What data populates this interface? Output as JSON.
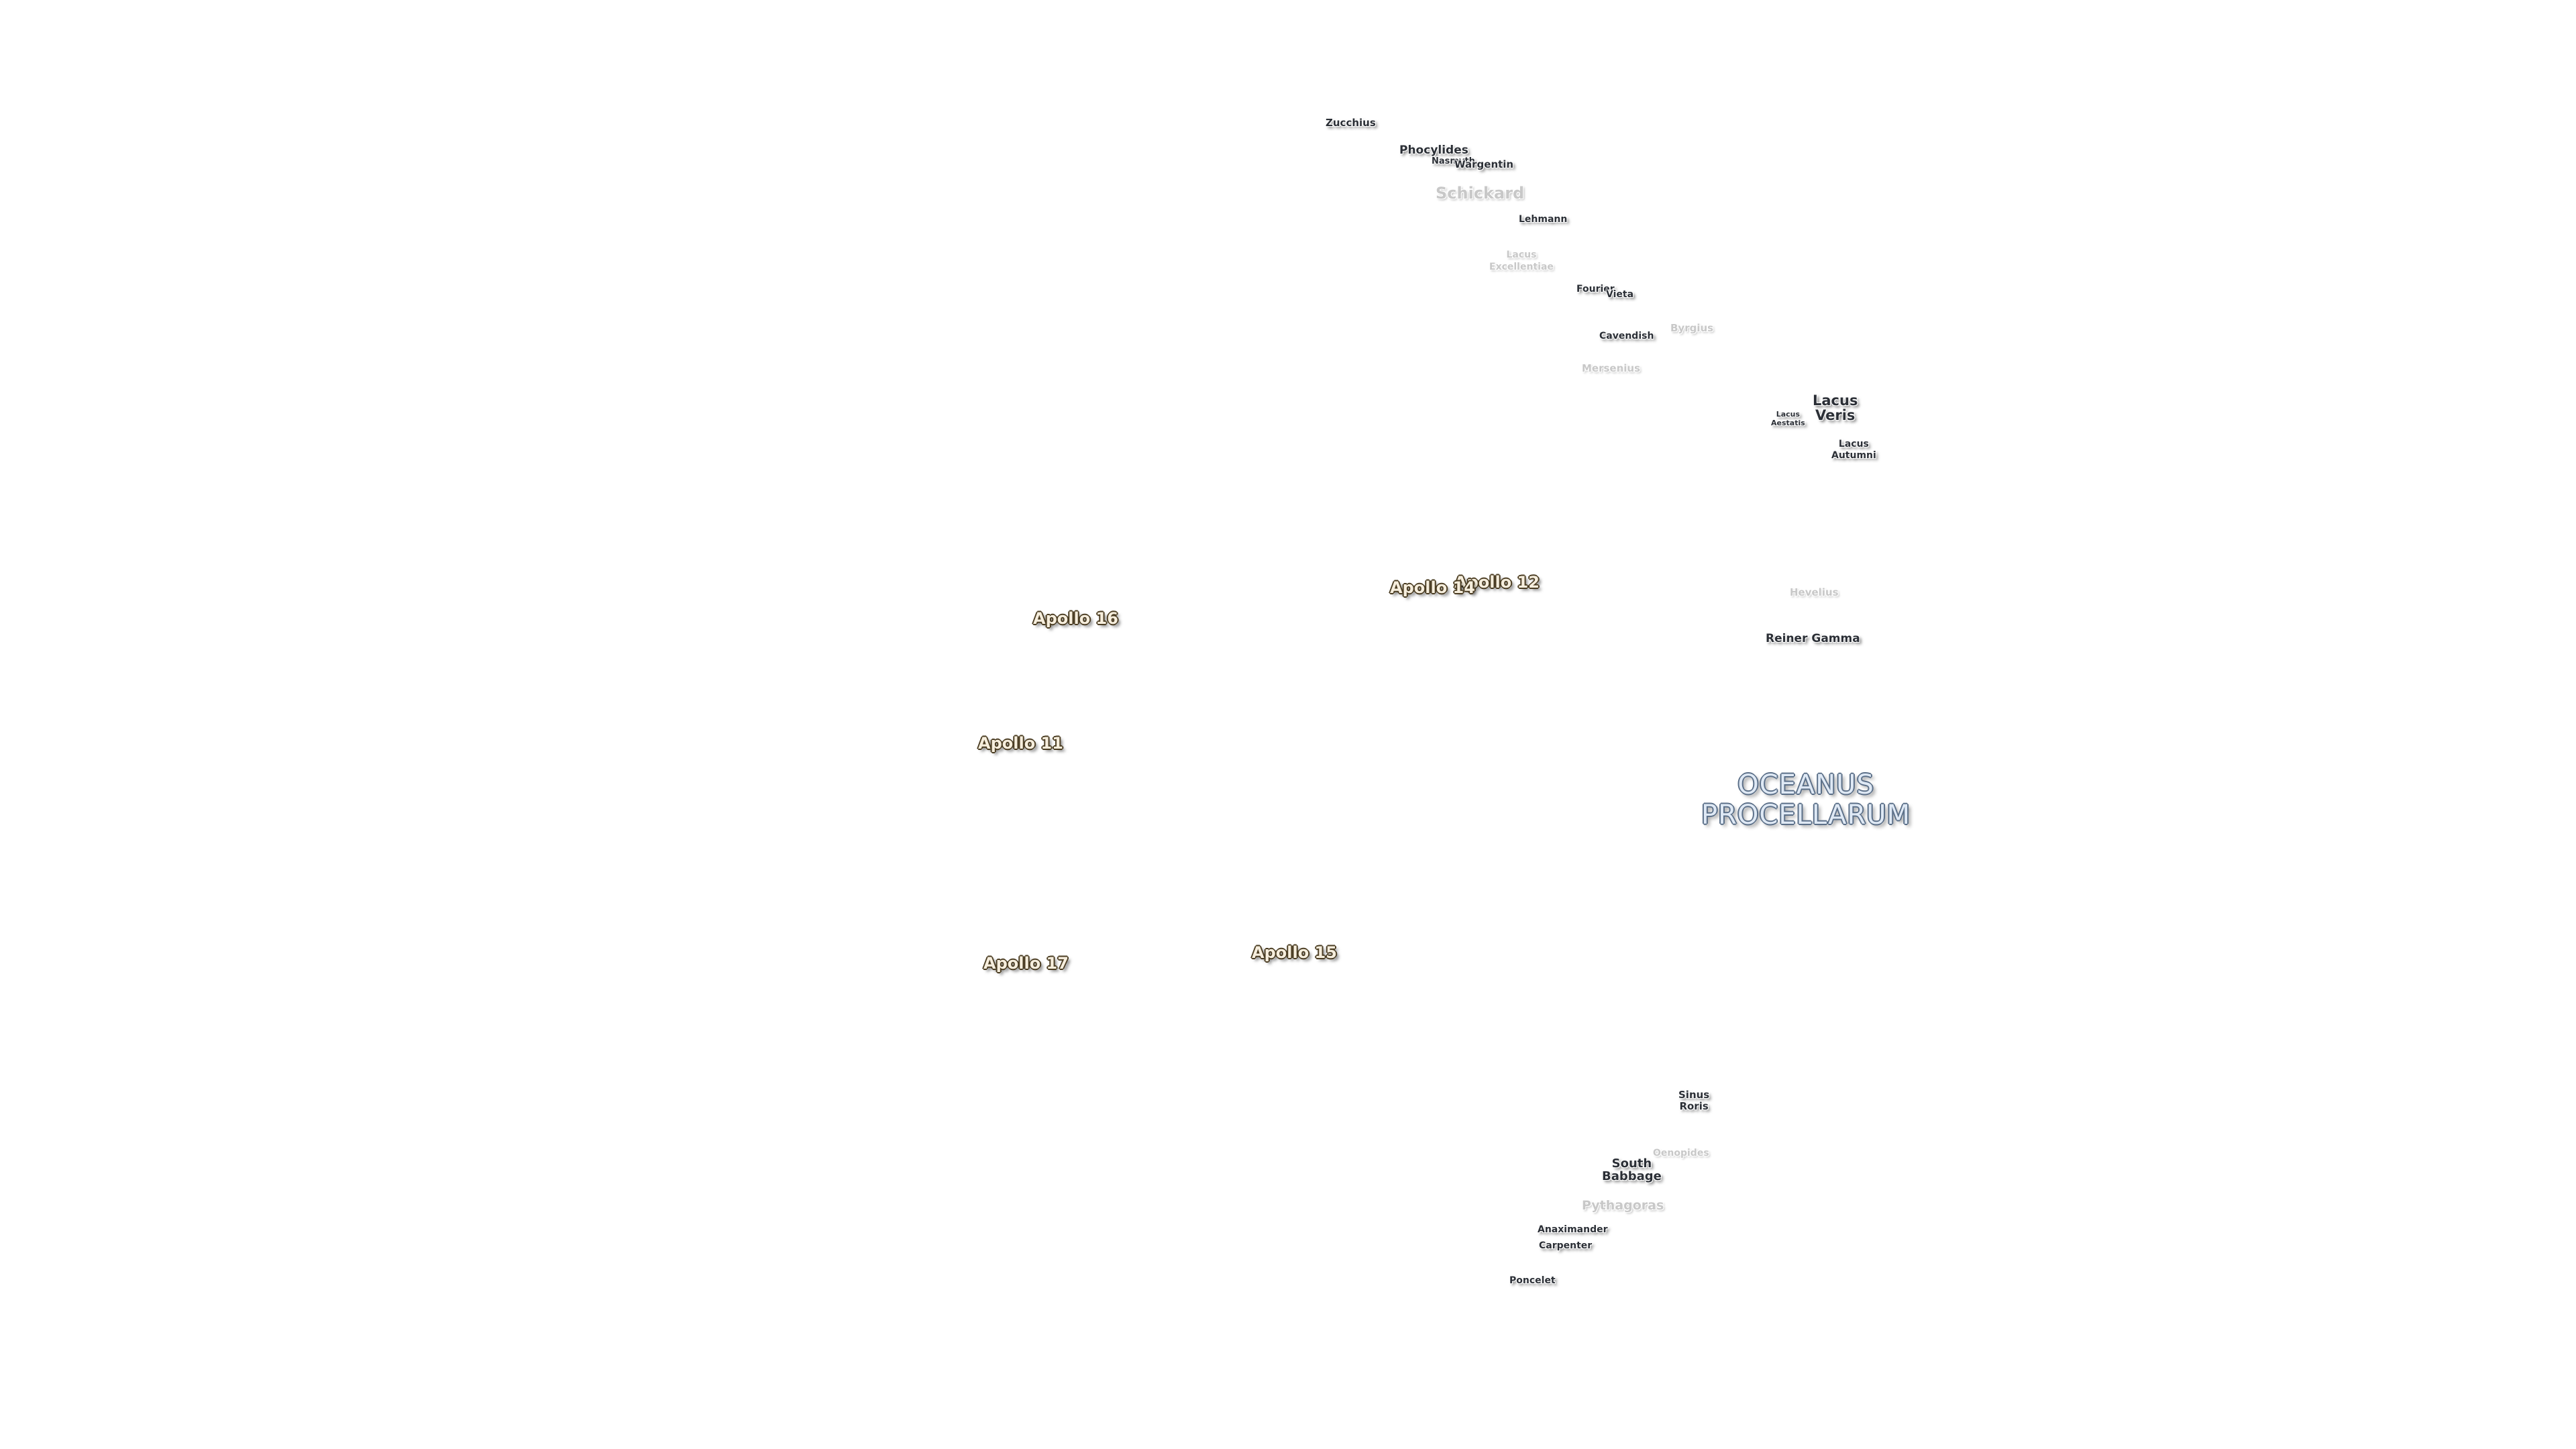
{
  "features": {
    "zucchius": "Zucchius",
    "phocylides": "Phocylides",
    "nasmyth": "Nasmyth",
    "wargentin": "Wargentin",
    "schickard": "Schickard",
    "lehmann": "Lehmann",
    "lacus_excellentiae": [
      "Lacus",
      "Excellentiae"
    ],
    "fourier": "Fourier",
    "vieta": "Vieta",
    "cavendish": "Cavendish",
    "byrgius": "Byrgius",
    "mersenius": "Mersenius",
    "lacus_veris": [
      "Lacus",
      "Veris"
    ],
    "lacus_autumni": [
      "Lacus",
      "Autumni"
    ],
    "lacus_aestatis": [
      "Lacus",
      "Aestatis"
    ],
    "hevelius": "Hevelius",
    "reiner_gamma": "Reiner Gamma",
    "sinus_roris": [
      "Sinus",
      "Roris"
    ],
    "oenopides": "Oenopides",
    "south": "South",
    "babbage": "Babbage",
    "pythagoras": "Pythagoras",
    "anaximander": "Anaximander",
    "carpenter": "Carpenter",
    "poncelet": "Poncelet"
  },
  "apollo": {
    "a11": "Apollo 11",
    "a12": "Apollo 12",
    "a14": "Apollo 14",
    "a15": "Apollo 15",
    "a16": "Apollo 16",
    "a17": "Apollo 17"
  },
  "mare": {
    "oceanus_procellarum": [
      "OCEANUS",
      "PROCELLARUM"
    ]
  },
  "colors": {
    "background": "#ffffff",
    "feature_text": "#2b2f36",
    "apollo_text": "#f6eedd",
    "apollo_outline": "#4a3c22",
    "mare_text": "#dfe9f5",
    "mare_outline": "#5b6f88"
  }
}
